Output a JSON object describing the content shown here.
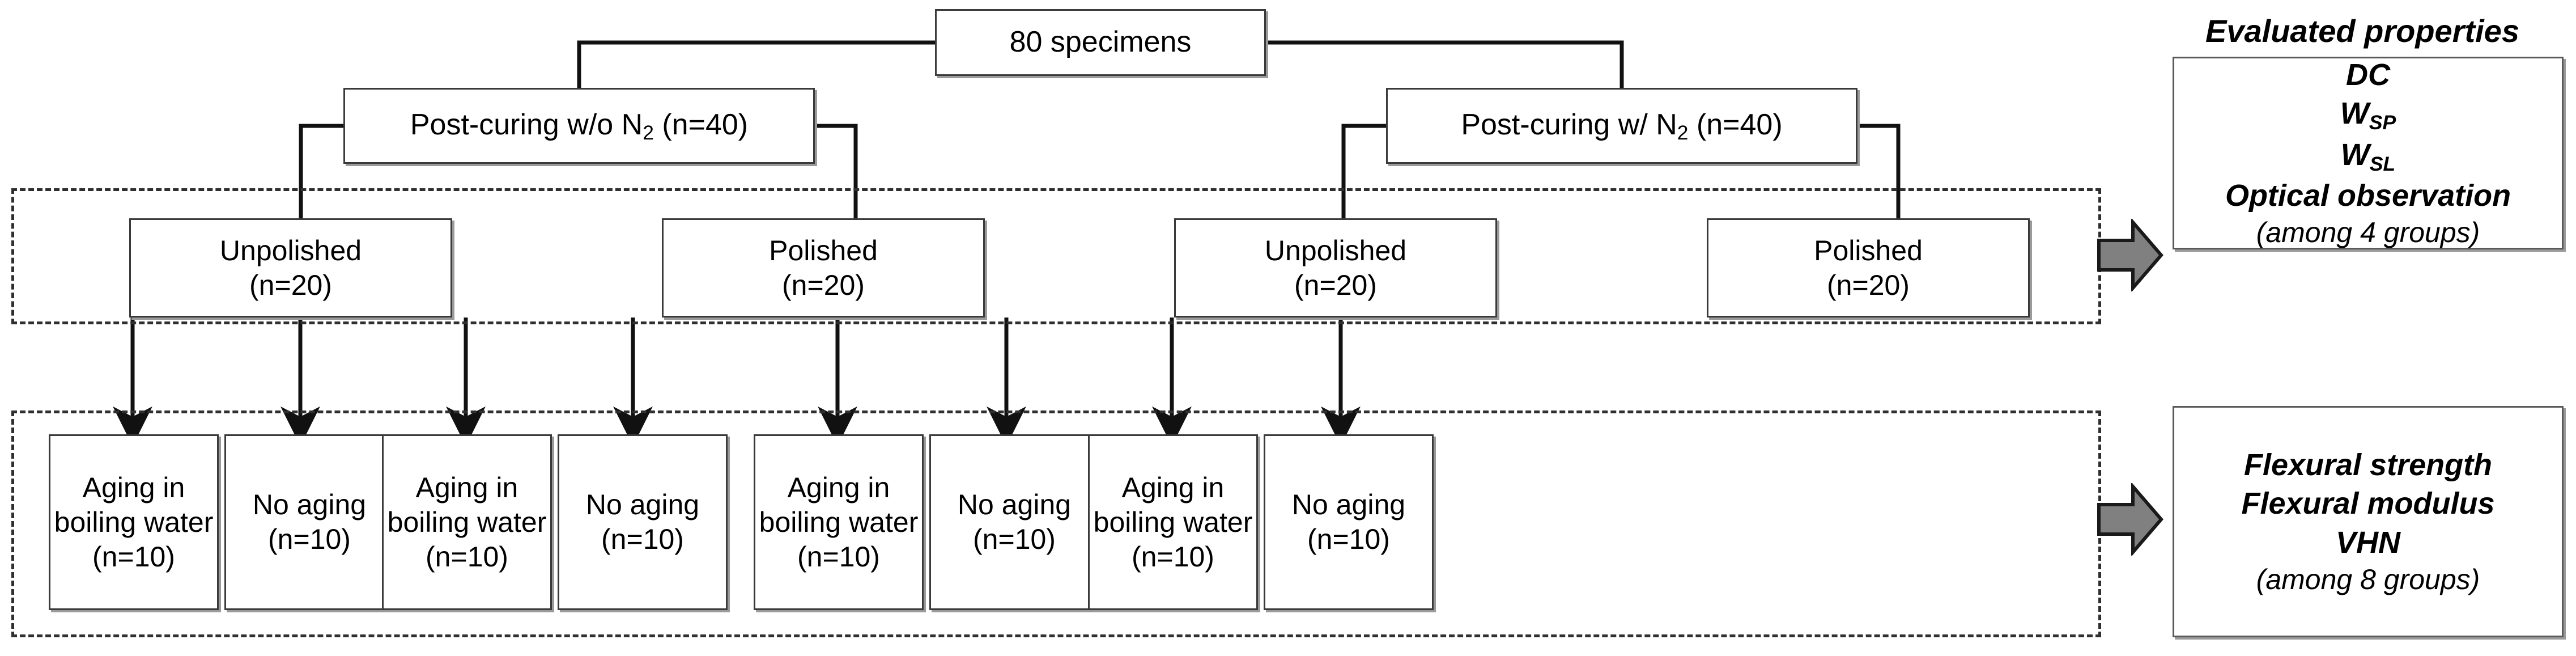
{
  "diagram": {
    "type": "experimental-design-flowchart",
    "root": {
      "label": "80 specimens"
    },
    "curing_groups": [
      {
        "id": "no-n2",
        "label_prefix": "Post-curing w/o N",
        "label_sub": "2",
        "label_suffix": " (n=40)"
      },
      {
        "id": "with-n2",
        "label_prefix": "Post-curing w/ N",
        "label_sub": "2",
        "label_suffix": " (n=40)"
      }
    ],
    "surface_groups": [
      {
        "id": "non2-unpolished",
        "line1": "Unpolished",
        "line2": "(n=20)"
      },
      {
        "id": "non2-polished",
        "line1": "Polished",
        "line2": "(n=20)"
      },
      {
        "id": "n2-unpolished",
        "line1": "Unpolished",
        "line2": "(n=20)"
      },
      {
        "id": "n2-polished",
        "line1": "Polished",
        "line2": "(n=20)"
      }
    ],
    "aging_groups": [
      {
        "id": "a1",
        "line1": "Aging in",
        "line2": "boiling water",
        "line3": "(n=10)"
      },
      {
        "id": "a2",
        "line1": "No aging",
        "line2": "",
        "line3": "(n=10)"
      },
      {
        "id": "a3",
        "line1": "Aging in",
        "line2": "boiling water",
        "line3": "(n=10)"
      },
      {
        "id": "a4",
        "line1": "No aging",
        "line2": "",
        "line3": "(n=10)"
      },
      {
        "id": "a5",
        "line1": "Aging in",
        "line2": "boiling water",
        "line3": "(n=10)"
      },
      {
        "id": "a6",
        "line1": "No aging",
        "line2": "",
        "line3": "(n=10)"
      },
      {
        "id": "a7",
        "line1": "Aging in",
        "line2": "boiling water",
        "line3": "(n=10)"
      },
      {
        "id": "a8",
        "line1": "No aging",
        "line2": "",
        "line3": "(n=10)"
      }
    ],
    "evaluation": {
      "heading": "Evaluated properties",
      "panel_top": {
        "lines": [
          "DC",
          "W",
          "W",
          "Optical observation"
        ],
        "dc": "DC",
        "w_sp_base": "W",
        "w_sp_sub": "SP",
        "w_sl_base": "W",
        "w_sl_sub": "SL",
        "optical": "Optical observation",
        "note": "(among 4 groups)"
      },
      "panel_bottom": {
        "flexural_strength": "Flexural strength",
        "flexural_modulus": "Flexural modulus",
        "vhn": "VHN",
        "note": "(among 8  groups)"
      }
    },
    "colors": {
      "box_border": "#3a3a3a",
      "box_shadow": "#9a9a9a",
      "dashed_border": "#2f2f2f",
      "arrow_fill": "#808080",
      "arrow_stroke": "#1a1a1a",
      "connector": "#111111",
      "background": "#ffffff",
      "text": "#000000"
    }
  }
}
